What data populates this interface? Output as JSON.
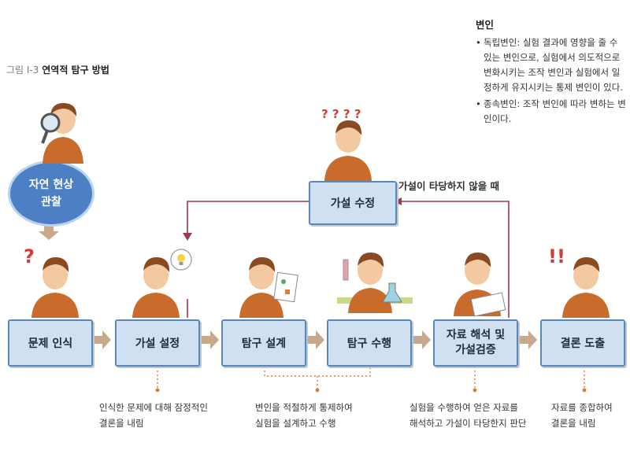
{
  "figure": {
    "number": "그림 I-3",
    "title": "연역적 탐구 방법"
  },
  "variables": {
    "heading": "변인",
    "items": [
      "독립변인: 실험 결과에 영향을 줄 수 있는 변인으로, 실험에서 의도적으로 변화시키는 조작 변인과 실험에서 일정하게 유지시키는 통제 변인이 있다.",
      "종속변인: 조작 변인에 따라 변하는 변인이다."
    ]
  },
  "observation": "자연 현상\n관찰",
  "revise_box": "가설 수정",
  "revise_condition": "가설이 타당하지 않을 때",
  "steps": [
    {
      "label": "문제 인식"
    },
    {
      "label": "가설 설정"
    },
    {
      "label": "탐구 설계"
    },
    {
      "label": "탐구 수행"
    },
    {
      "label": "자료 해석 및\n가설검증"
    },
    {
      "label": "결론 도출"
    }
  ],
  "captions": [
    "인식한 문제에 대해 잠정적인\n결론을 내림",
    "변인을 적절하게 통제하여\n실험을 설계하고 수행",
    "실험을 수행하여 얻은 자료를\n해석하고 가설이 타당한지 판단",
    "자료를 종합하여\n결론을 내림"
  ],
  "symbols": {
    "question_marks": "? ? ? ?",
    "question": "?",
    "exclaim": "!!"
  },
  "colors": {
    "step_fill": "#cfe0f2",
    "step_border": "#5c86b6",
    "observe_fill": "#4c7fc4",
    "arrow": "#c8a98c",
    "loop_line": "#9a3b52",
    "accent_red": "#d63a3a",
    "shirt": "#c86b2b"
  }
}
